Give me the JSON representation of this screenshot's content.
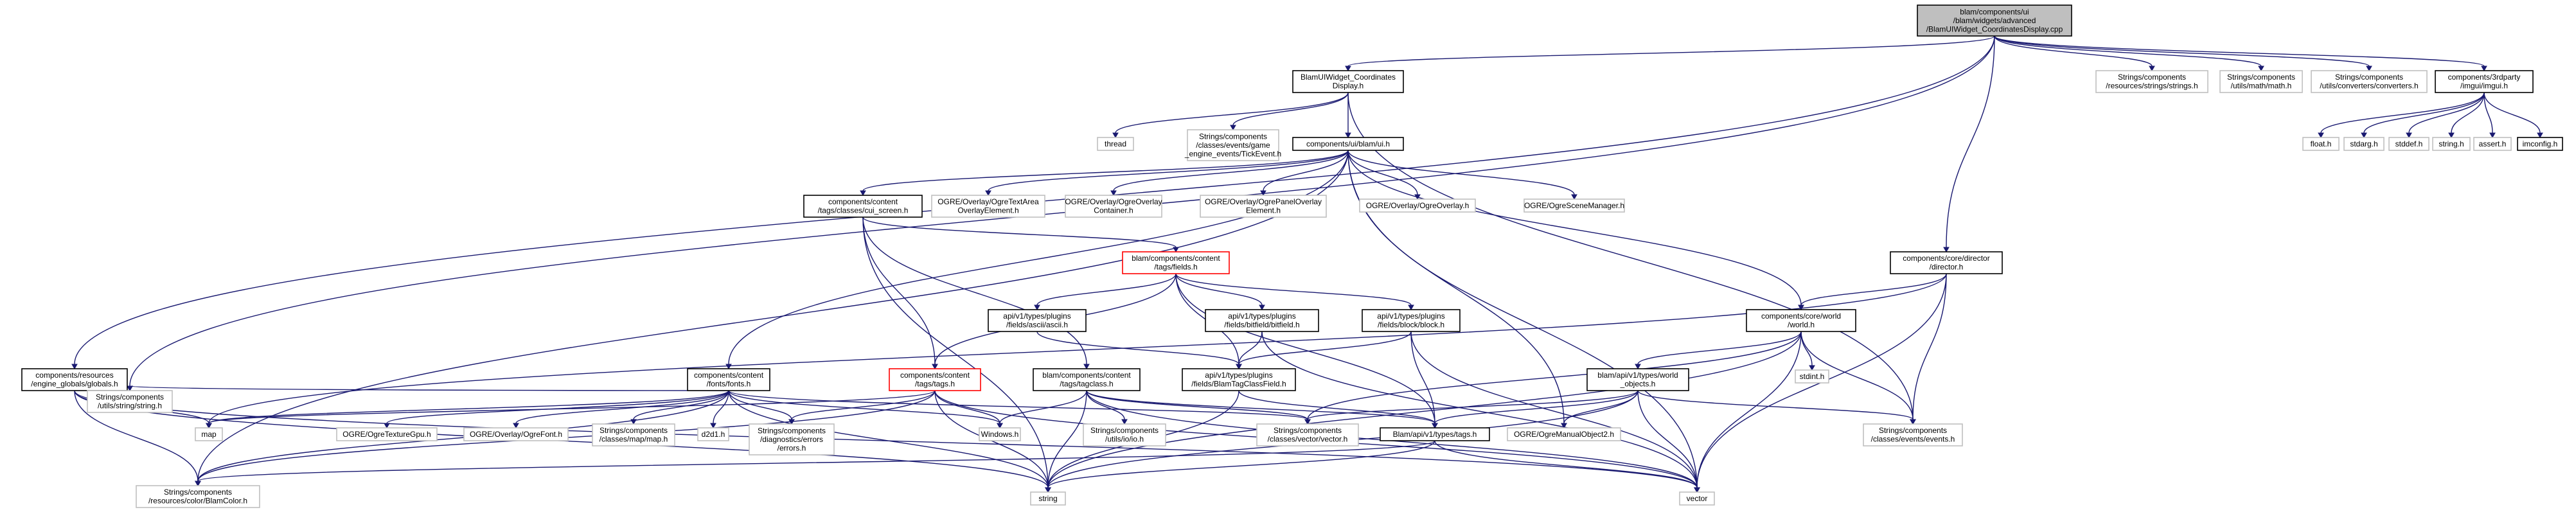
{
  "colors": {
    "edge": "#191970",
    "root_fill": "#bfbfbf",
    "node_fill": "#ffffff",
    "border_documented": "#000000",
    "border_undocumented": "#bfbfbf",
    "border_truncated": "#ff0000",
    "text": "#000000"
  },
  "nodes": [
    {
      "id": "root",
      "lines": [
        "blam/components/ui",
        "/blam/widgets/advanced",
        "/BlamUIWidget_CoordinatesDisplay.cpp"
      ],
      "style": "root"
    },
    {
      "id": "coordh",
      "lines": [
        "BlamUIWidget_Coordinates",
        "Display.h"
      ],
      "style": "doc"
    },
    {
      "id": "strings",
      "lines": [
        "Strings/components",
        "/resources/strings/strings.h"
      ],
      "style": "undoc"
    },
    {
      "id": "mathh",
      "lines": [
        "Strings/components",
        "/utils/math/math.h"
      ],
      "style": "undoc"
    },
    {
      "id": "converters",
      "lines": [
        "Strings/components",
        "/utils/converters/converters.h"
      ],
      "style": "undoc"
    },
    {
      "id": "imgui",
      "lines": [
        "components/3rdparty",
        "/imgui/imgui.h"
      ],
      "style": "doc"
    },
    {
      "id": "thread",
      "lines": [
        "thread"
      ],
      "style": "undoc"
    },
    {
      "id": "tickevent",
      "lines": [
        "Strings/components",
        "/classes/events/game",
        "_engine_events/TickEvent.h"
      ],
      "style": "undoc"
    },
    {
      "id": "uih",
      "lines": [
        "components/ui/blam/ui.h"
      ],
      "style": "doc"
    },
    {
      "id": "floath",
      "lines": [
        "float.h"
      ],
      "style": "undoc"
    },
    {
      "id": "stdargh",
      "lines": [
        "stdarg.h"
      ],
      "style": "undoc"
    },
    {
      "id": "stddefh",
      "lines": [
        "stddef.h"
      ],
      "style": "undoc"
    },
    {
      "id": "stringh",
      "lines": [
        "string.h"
      ],
      "style": "undoc"
    },
    {
      "id": "asserth",
      "lines": [
        "assert.h"
      ],
      "style": "undoc"
    },
    {
      "id": "imconfig",
      "lines": [
        "imconfig.h"
      ],
      "style": "doc"
    },
    {
      "id": "curscreen",
      "lines": [
        "components/content",
        "/tags/classes/cui_screen.h"
      ],
      "style": "doc"
    },
    {
      "id": "ogretextarea",
      "lines": [
        "OGRE/Overlay/OgreTextArea",
        "OverlayElement.h"
      ],
      "style": "undoc"
    },
    {
      "id": "ogreoverlaycont",
      "lines": [
        "OGRE/Overlay/OgreOverlay",
        "Container.h"
      ],
      "style": "undoc"
    },
    {
      "id": "ogrepanel",
      "lines": [
        "OGRE/Overlay/OgrePanelOverlay",
        "Element.h"
      ],
      "style": "undoc"
    },
    {
      "id": "ogreoverlay",
      "lines": [
        "OGRE/Overlay/OgreOverlay.h"
      ],
      "style": "undoc"
    },
    {
      "id": "ogrescene",
      "lines": [
        "OGRE/OgreSceneManager.h"
      ],
      "style": "undoc"
    },
    {
      "id": "fieldsh",
      "lines": [
        "blam/components/content",
        "/tags/fields.h"
      ],
      "style": "trunc"
    },
    {
      "id": "director",
      "lines": [
        "components/core/director",
        "/director.h"
      ],
      "style": "doc"
    },
    {
      "id": "worldh",
      "lines": [
        "components/core/world",
        "/world.h"
      ],
      "style": "doc"
    },
    {
      "id": "asciih",
      "lines": [
        "api/v1/types/plugins",
        "/fields/ascii/ascii.h"
      ],
      "style": "doc"
    },
    {
      "id": "bitfieldh",
      "lines": [
        "api/v1/types/plugins",
        "/fields/bitfield/bitfield.h"
      ],
      "style": "doc"
    },
    {
      "id": "blockh",
      "lines": [
        "api/v1/types/plugins",
        "/fields/block/block.h"
      ],
      "style": "doc"
    },
    {
      "id": "stdinth",
      "lines": [
        "stdint.h"
      ],
      "style": "undoc"
    },
    {
      "id": "globals",
      "lines": [
        "components/resources",
        "/engine_globals/globals.h"
      ],
      "style": "doc"
    },
    {
      "id": "fontsh",
      "lines": [
        "components/content",
        "/fonts/fonts.h"
      ],
      "style": "doc"
    },
    {
      "id": "tagsh",
      "lines": [
        "components/content",
        "/tags/tags.h"
      ],
      "style": "trunc"
    },
    {
      "id": "tagclass",
      "lines": [
        "blam/components/content",
        "/tags/tagclass.h"
      ],
      "style": "doc"
    },
    {
      "id": "blamtagclassfield",
      "lines": [
        "api/v1/types/plugins",
        "/fields/BlamTagClassField.h"
      ],
      "style": "doc"
    },
    {
      "id": "worldobjects",
      "lines": [
        "blam/api/v1/types/world",
        "_objects.h"
      ],
      "style": "doc"
    },
    {
      "id": "stringstring",
      "lines": [
        "Strings/components",
        "/utils/string/string.h"
      ],
      "style": "undoc"
    },
    {
      "id": "map",
      "lines": [
        "map"
      ],
      "style": "undoc"
    },
    {
      "id": "ogretexturegpu",
      "lines": [
        "OGRE/OgreTextureGpu.h"
      ],
      "style": "undoc"
    },
    {
      "id": "ogrefont",
      "lines": [
        "OGRE/Overlay/OgreFont.h"
      ],
      "style": "undoc"
    },
    {
      "id": "maph",
      "lines": [
        "Strings/components",
        "/classes/map/map.h"
      ],
      "style": "undoc"
    },
    {
      "id": "d2fh",
      "lines": [
        "d2d1.h"
      ],
      "style": "undoc"
    },
    {
      "id": "errorsh",
      "lines": [
        "Strings/components",
        "/diagnostics/errors",
        "/errors.h"
      ],
      "style": "undoc"
    },
    {
      "id": "windowsh",
      "lines": [
        "Windows.h"
      ],
      "style": "undoc"
    },
    {
      "id": "ioioh",
      "lines": [
        "Strings/components",
        "/utils/io/io.h"
      ],
      "style": "undoc"
    },
    {
      "id": "vectorh",
      "lines": [
        "Strings/components",
        "/classes/vector/vector.h"
      ],
      "style": "undoc"
    },
    {
      "id": "blamtagsh",
      "lines": [
        "Blam/api/v1/types/tags.h"
      ],
      "style": "doc"
    },
    {
      "id": "ogremanual",
      "lines": [
        "OGRE/OgreManualObject2.h"
      ],
      "style": "undoc"
    },
    {
      "id": "eventsh",
      "lines": [
        "Strings/components",
        "/classes/events/events.h"
      ],
      "style": "undoc"
    },
    {
      "id": "blamcolor",
      "lines": [
        "Strings/components",
        "/resources/color/BlamColor.h"
      ],
      "style": "undoc"
    },
    {
      "id": "string",
      "lines": [
        "string"
      ],
      "style": "undoc"
    },
    {
      "id": "vector",
      "lines": [
        "vector"
      ],
      "style": "undoc"
    }
  ],
  "edges": [
    [
      "root",
      "coordh"
    ],
    [
      "root",
      "strings"
    ],
    [
      "root",
      "mathh"
    ],
    [
      "root",
      "converters"
    ],
    [
      "root",
      "imgui"
    ],
    [
      "root",
      "director"
    ],
    [
      "root",
      "globals"
    ],
    [
      "root",
      "stringstring"
    ],
    [
      "coordh",
      "thread"
    ],
    [
      "coordh",
      "tickevent"
    ],
    [
      "coordh",
      "uih"
    ],
    [
      "coordh",
      "eventsh"
    ],
    [
      "imgui",
      "floath"
    ],
    [
      "imgui",
      "stdargh"
    ],
    [
      "imgui",
      "stddefh"
    ],
    [
      "imgui",
      "stringh"
    ],
    [
      "imgui",
      "asserth"
    ],
    [
      "imgui",
      "imconfig"
    ],
    [
      "uih",
      "curscreen"
    ],
    [
      "uih",
      "ogretextarea"
    ],
    [
      "uih",
      "ogreoverlaycont"
    ],
    [
      "uih",
      "ogrepanel"
    ],
    [
      "uih",
      "ogreoverlay"
    ],
    [
      "uih",
      "ogrescene"
    ],
    [
      "uih",
      "fontsh"
    ],
    [
      "uih",
      "worldh"
    ],
    [
      "uih",
      "ogremanual"
    ],
    [
      "uih",
      "vector"
    ],
    [
      "uih",
      "blamcolor"
    ],
    [
      "curscreen",
      "fieldsh"
    ],
    [
      "curscreen",
      "tagsh"
    ],
    [
      "curscreen",
      "tagclass"
    ],
    [
      "curscreen",
      "string"
    ],
    [
      "fieldsh",
      "asciih"
    ],
    [
      "fieldsh",
      "bitfieldh"
    ],
    [
      "fieldsh",
      "blockh"
    ],
    [
      "fieldsh",
      "tagsh"
    ],
    [
      "fieldsh",
      "blamtagclassfield"
    ],
    [
      "fieldsh",
      "blamtagsh"
    ],
    [
      "director",
      "worldh"
    ],
    [
      "director",
      "eventsh"
    ],
    [
      "director",
      "vector"
    ],
    [
      "director",
      "map"
    ],
    [
      "worldh",
      "stdinth"
    ],
    [
      "worldh",
      "worldobjects"
    ],
    [
      "worldh",
      "eventsh"
    ],
    [
      "worldh",
      "vector"
    ],
    [
      "worldh",
      "string"
    ],
    [
      "worldh",
      "vectorh"
    ],
    [
      "asciih",
      "blamtagclassfield"
    ],
    [
      "bitfieldh",
      "blamtagclassfield"
    ],
    [
      "bitfieldh",
      "vector"
    ],
    [
      "blockh",
      "blamtagclassfield"
    ],
    [
      "blockh",
      "blamtagsh"
    ],
    [
      "blockh",
      "vector"
    ],
    [
      "globals",
      "stringstring"
    ],
    [
      "globals",
      "map"
    ],
    [
      "globals",
      "blamcolor"
    ],
    [
      "globals",
      "string"
    ],
    [
      "globals",
      "vector"
    ],
    [
      "fontsh",
      "map"
    ],
    [
      "fontsh",
      "ogretexturegpu"
    ],
    [
      "fontsh",
      "ogrefont"
    ],
    [
      "fontsh",
      "maph"
    ],
    [
      "fontsh",
      "d2fh"
    ],
    [
      "fontsh",
      "errorsh"
    ],
    [
      "fontsh",
      "windowsh"
    ],
    [
      "fontsh",
      "vectorh"
    ],
    [
      "fontsh",
      "blamcolor"
    ],
    [
      "fontsh",
      "string"
    ],
    [
      "fontsh",
      "stringstring"
    ],
    [
      "tagsh",
      "map"
    ],
    [
      "tagsh",
      "errorsh"
    ],
    [
      "tagsh",
      "windowsh"
    ],
    [
      "tagsh",
      "string"
    ],
    [
      "tagsh",
      "vector"
    ],
    [
      "tagsh",
      "blamcolor"
    ],
    [
      "tagclass",
      "windowsh"
    ],
    [
      "tagclass",
      "ioioh"
    ],
    [
      "tagclass",
      "vectorh"
    ],
    [
      "tagclass",
      "string"
    ],
    [
      "tagclass",
      "blamtagsh"
    ],
    [
      "tagclass",
      "vector"
    ],
    [
      "blamtagclassfield",
      "blamtagsh"
    ],
    [
      "blamtagclassfield",
      "string"
    ],
    [
      "worldobjects",
      "vectorh"
    ],
    [
      "worldobjects",
      "blamtagsh"
    ],
    [
      "worldobjects",
      "ogremanual"
    ],
    [
      "worldobjects",
      "eventsh"
    ],
    [
      "worldobjects",
      "vector"
    ],
    [
      "worldobjects",
      "string"
    ],
    [
      "blamtagsh",
      "blamcolor"
    ],
    [
      "blamtagsh",
      "string"
    ],
    [
      "blamtagsh",
      "vector"
    ]
  ]
}
